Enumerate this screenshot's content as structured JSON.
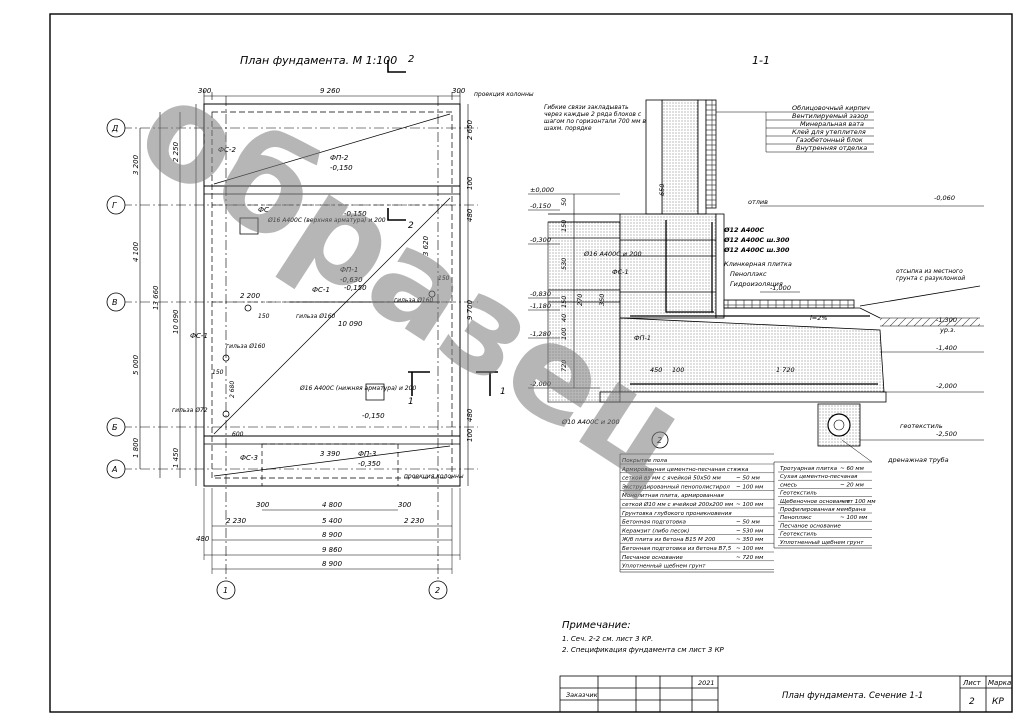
{
  "plan": {
    "title": "План фундамента. М 1:100",
    "cut_mark": "2",
    "axes_rows": [
      "Д",
      "Г",
      "В",
      "Б",
      "А"
    ],
    "axes_cols": [
      "1",
      "2"
    ],
    "dims_top": [
      "300",
      "9 260",
      "300"
    ],
    "projection_label": "проекция колонны",
    "dims_left_outer": [
      "3 200",
      "4 100",
      "5 000",
      "1 800"
    ],
    "dims_left_total": "13 660",
    "dims_left_inner": [
      "2 250",
      "10 090",
      "1 450"
    ],
    "dims_right": [
      "2 650",
      "100",
      "480",
      "3 620",
      "9 700",
      "480",
      "100"
    ],
    "dims_bottom": {
      "row1": [
        "300",
        "4 800",
        "300"
      ],
      "row2": [
        "2 230",
        "5 400",
        "2 230"
      ],
      "row3": [
        "8 900"
      ],
      "row4": [
        "9 860"
      ],
      "row5": [
        "8 900"
      ],
      "side": "480"
    },
    "labels": {
      "fs2": "ФС-2",
      "fp2": "ФП-2",
      "fp2_level": "-0,150",
      "fs_top": "ФС",
      "rebar_top": "Ø16 А400С (верхняя арматура) и 200",
      "level_a": "-0,150",
      "fp1": "ФП-1",
      "fp1_level": "-0,630",
      "fs1a": "ФС-1",
      "fs1a_level": "-0,150",
      "dim_2200": "2 200",
      "sleeve_a": "гильза Ø160",
      "sleeve_b": "гильза Ø160",
      "dim_150a": "150",
      "dim_150b": "150",
      "dim_10090": "10 090",
      "fs1_left": "ФС-1",
      "sleeve_c": "гильза Ø160",
      "dim_150c": "150",
      "dim_2680": "2 680",
      "rebar_bottom": "Ø16 А400С (нижняя арматура) и 200",
      "level_b": "-0,150",
      "sleeve_d": "гильза Ø72",
      "dim_600": "600",
      "fs3": "ФС-3",
      "dim_3390": "3 390",
      "fp3": "ФП-3",
      "fp3_level": "-0,350",
      "cut_1a": "1",
      "cut_1b": "1",
      "cut_2": "2"
    }
  },
  "section": {
    "title": "1-1",
    "flex_ties": "Гибкие связи закладывать через каждые 2 ряда блоков с шагом по горизонтали 700 мм в шахм. порядке",
    "wall_layers": [
      "Облицовочный кирпич",
      "Вентилируемый зазор",
      "Минеральная вата",
      "Клей для утеплителя",
      "Газобетонный блок",
      "Внутренняя отделка"
    ],
    "levels_left": [
      "±0,000",
      "-0,150",
      "-0,300",
      "-0,830",
      "-1,180",
      "-1,280",
      "-2,000"
    ],
    "levels_right": [
      "-0,060",
      "-1,000",
      "-1,300",
      "-1,400",
      "-2,000",
      "-2,500"
    ],
    "dims_vertical": [
      "50",
      "150",
      "530",
      "150",
      "270",
      "40",
      "100",
      "720"
    ],
    "dim_350": "350",
    "dim_650": "650",
    "rebar_labels": [
      "Ø12 А400С",
      "Ø12 А400С ш.300",
      "Ø12 А400С ш.300"
    ],
    "otliv": "отлив",
    "rebar_left": "Ø16 А400С и 200",
    "fs1": "ФС-1",
    "fp1": "ФП-1",
    "clinker": "Клинкерная плитка",
    "penoplex": "Пеноплэкс",
    "waterproof": "Гидроизоляция",
    "backfill": "отсыпка из местного грунта с разуклонкой",
    "slope": "i=2%",
    "ur_z": "ур.з.",
    "dim_450": "450",
    "dim_100": "100",
    "dim_1720": "1 720",
    "rebar_bottom": "Ø10 А400С и 200",
    "geotextile": "геотекстиль",
    "drain": "дренажная труба",
    "node_mark": "2",
    "floor_layers": [
      [
        "Покрытие пола",
        ""
      ],
      [
        "Армированная цементно-песчаная стяжка",
        ""
      ],
      [
        "сеткой вз мм с ячейкой 50x50 мм",
        "~ 50 мм"
      ],
      [
        "Экструдированный пенополистирол",
        "~ 100 мм"
      ],
      [
        "Монолитная плита, армированная",
        ""
      ],
      [
        "сеткой Ø10 мм с ячейкой 200x200 мм",
        "~ 100 мм"
      ],
      [
        "Грунтовка глубокого проникновения",
        ""
      ],
      [
        "Бетонная подготовка",
        "~ 50 мм"
      ],
      [
        "Керамзит (либо песок)",
        "~ 530 мм"
      ],
      [
        "Ж/б плита из бетона В15 М 200",
        "~ 350 мм"
      ],
      [
        "Бетонная подготовка из бетона В7,5",
        "~ 100 мм"
      ],
      [
        "Песчаное основание",
        "~ 720 мм"
      ],
      [
        "Уплотненный щебнем грунт",
        ""
      ]
    ],
    "blind_layers": [
      [
        "Тротуарная плитка",
        "~ 60 мм"
      ],
      [
        "Сухая цементно-песчаная",
        ""
      ],
      [
        "смесь",
        "~ 20 мм"
      ],
      [
        "Геотекстиль",
        ""
      ],
      [
        "Щебеночное основание",
        "~ тт 100 мм"
      ],
      [
        "Профилированная мембрана",
        ""
      ],
      [
        "Пеноплэкс",
        "~ 100 мм"
      ],
      [
        "Песчаное основание",
        ""
      ],
      [
        "Геотекстиль",
        ""
      ],
      [
        "Уплотненный щебнем грунт",
        ""
      ]
    ]
  },
  "notes": {
    "title": "Примечание:",
    "items": [
      "1. Сеч. 2-2 см. лист 3 КР.",
      "2. Спецификация фундамента см лист 3 КР"
    ]
  },
  "stamp": {
    "year": "2021",
    "customer": "Заказчик",
    "title": "План фундамента. Сечение 1-1",
    "sheet_label": "Лист",
    "mark_label": "Марка",
    "sheet": "2",
    "mark": "КР"
  },
  "watermark": "образец"
}
